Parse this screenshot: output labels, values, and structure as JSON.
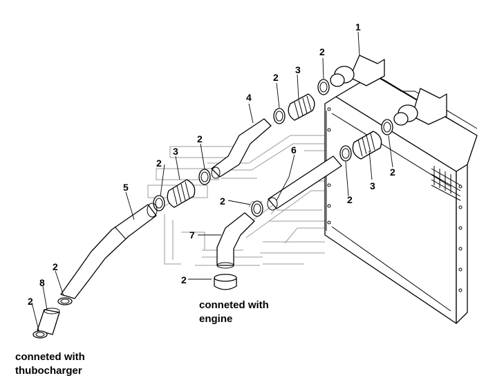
{
  "callouts": {
    "c1": "1",
    "c2_a": "2",
    "c3_a": "3",
    "c2_b": "2",
    "c4": "4",
    "c2_c": "2",
    "c3_b": "3",
    "c2_d": "2",
    "c6": "6",
    "c5": "5",
    "c2_e": "2",
    "c2_f": "2",
    "c3_c": "3",
    "c2_g": "2",
    "c7": "7",
    "c2_h": "2",
    "c8": "8",
    "c2_i": "2",
    "c2_j": "2"
  },
  "captions": {
    "engine_line1": "conneted with",
    "engine_line2": "engine",
    "turbo_line1": "conneted with",
    "turbo_line2": "thubocharger"
  }
}
